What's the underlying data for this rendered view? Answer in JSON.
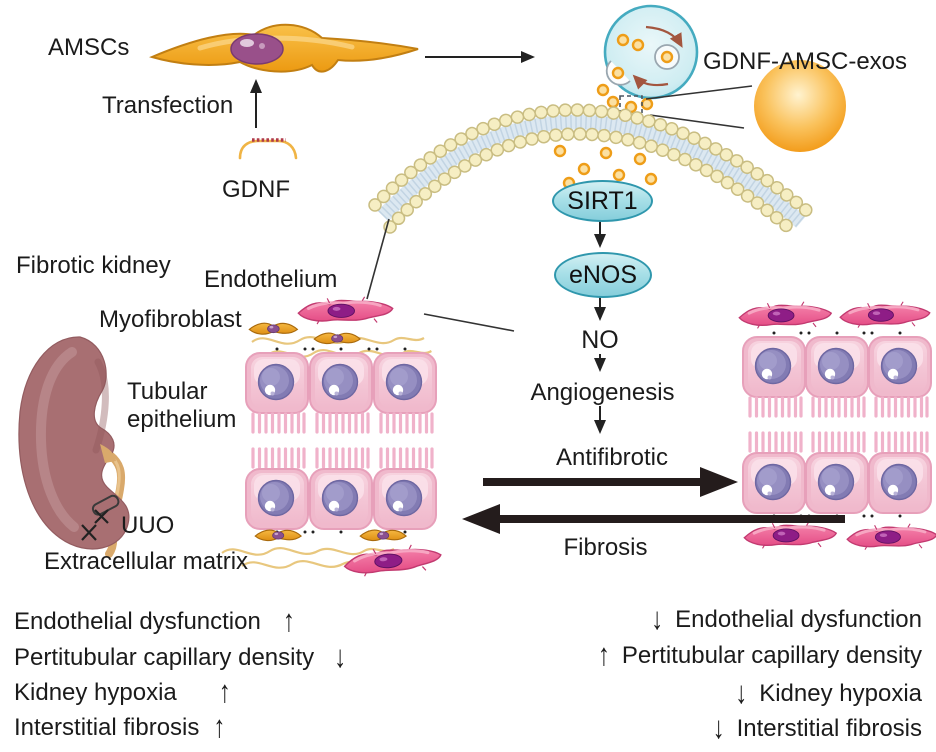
{
  "top": {
    "amscs": "AMSCs",
    "transfection": "Transfection",
    "gdnf": "GDNF",
    "exos": "GDNF-AMSC-exos"
  },
  "pathway": {
    "sirt1": "SIRT1",
    "enos": "eNOS",
    "no": "NO",
    "angiogenesis": "Angiogenesis",
    "antifibrotic": "Antifibrotic",
    "fibrosis": "Fibrosis"
  },
  "left_labels": {
    "fibrotic_kidney": "Fibrotic kidney",
    "endothelium": "Endothelium",
    "myofibroblast": "Myofibroblast",
    "tubular_epithelium": "Tubular epithelium",
    "uuo": "UUO",
    "extracellular_matrix": "Extracellular matrix"
  },
  "outcomes_left": [
    {
      "label": "Endothelial dysfunction",
      "arrow": "↑"
    },
    {
      "label": "Pertitubular capillary density",
      "arrow": "↓"
    },
    {
      "label": "Kidney hypoxia",
      "arrow": "↑"
    },
    {
      "label": "Interstitial fibrosis",
      "arrow": "↑"
    }
  ],
  "outcomes_right": [
    {
      "arrow": "↓",
      "label": "Endothelial dysfunction"
    },
    {
      "arrow": "↑",
      "label": "Pertitubular capillary density"
    },
    {
      "arrow": "↓",
      "label": "Kidney hypoxia"
    },
    {
      "arrow": "↓",
      "label": "Interstitial fibrosis"
    }
  ],
  "colors": {
    "teal_cell": "#45ABC0",
    "exosome_orange": "#F29A12",
    "epithelium_pink": "#F2BFD0",
    "endothelium_magenta": "#E85A90",
    "myofibroblast_orange": "#EFA42D",
    "kidney_brown": "#A86F72",
    "text": "#1B1B1B"
  }
}
